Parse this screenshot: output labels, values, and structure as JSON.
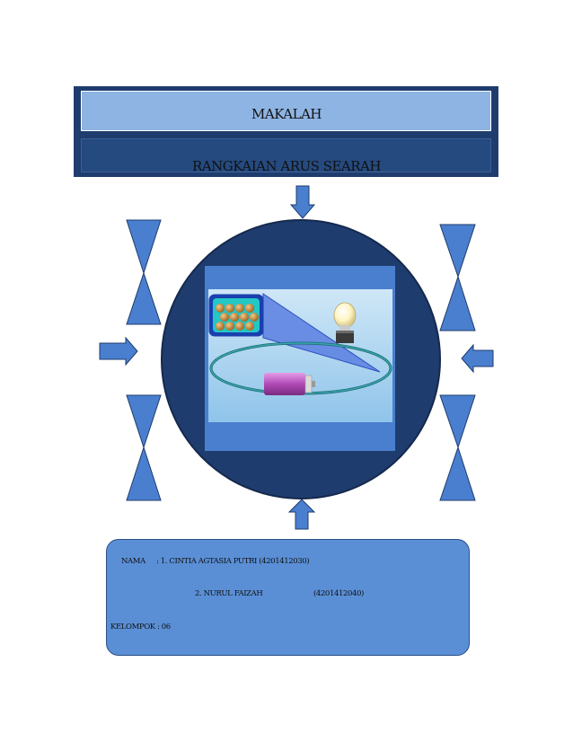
{
  "title": {
    "line1": "MAKALAH",
    "line2": "RANGKAIAN ARUS SEARAH"
  },
  "info": {
    "name_label": "NAMA",
    "name1": ": 1. CINTIA AGTASIA PUTRI (4201412030)",
    "name2": "2. NURUL FAIZAH",
    "name2_id": "(4201412040)",
    "group": "KELOMPOK : 06"
  },
  "colors": {
    "dark_navy": "#1f3c6e",
    "light_blue": "#8eb4e3",
    "shape_blue": "#4a7fcf",
    "box_blue": "#5a8fd6"
  },
  "icons": [
    "arrow-down-icon",
    "arrow-up-icon",
    "arrow-right-icon",
    "arrow-left-icon",
    "hourglass-icon",
    "circuit-illustration"
  ]
}
